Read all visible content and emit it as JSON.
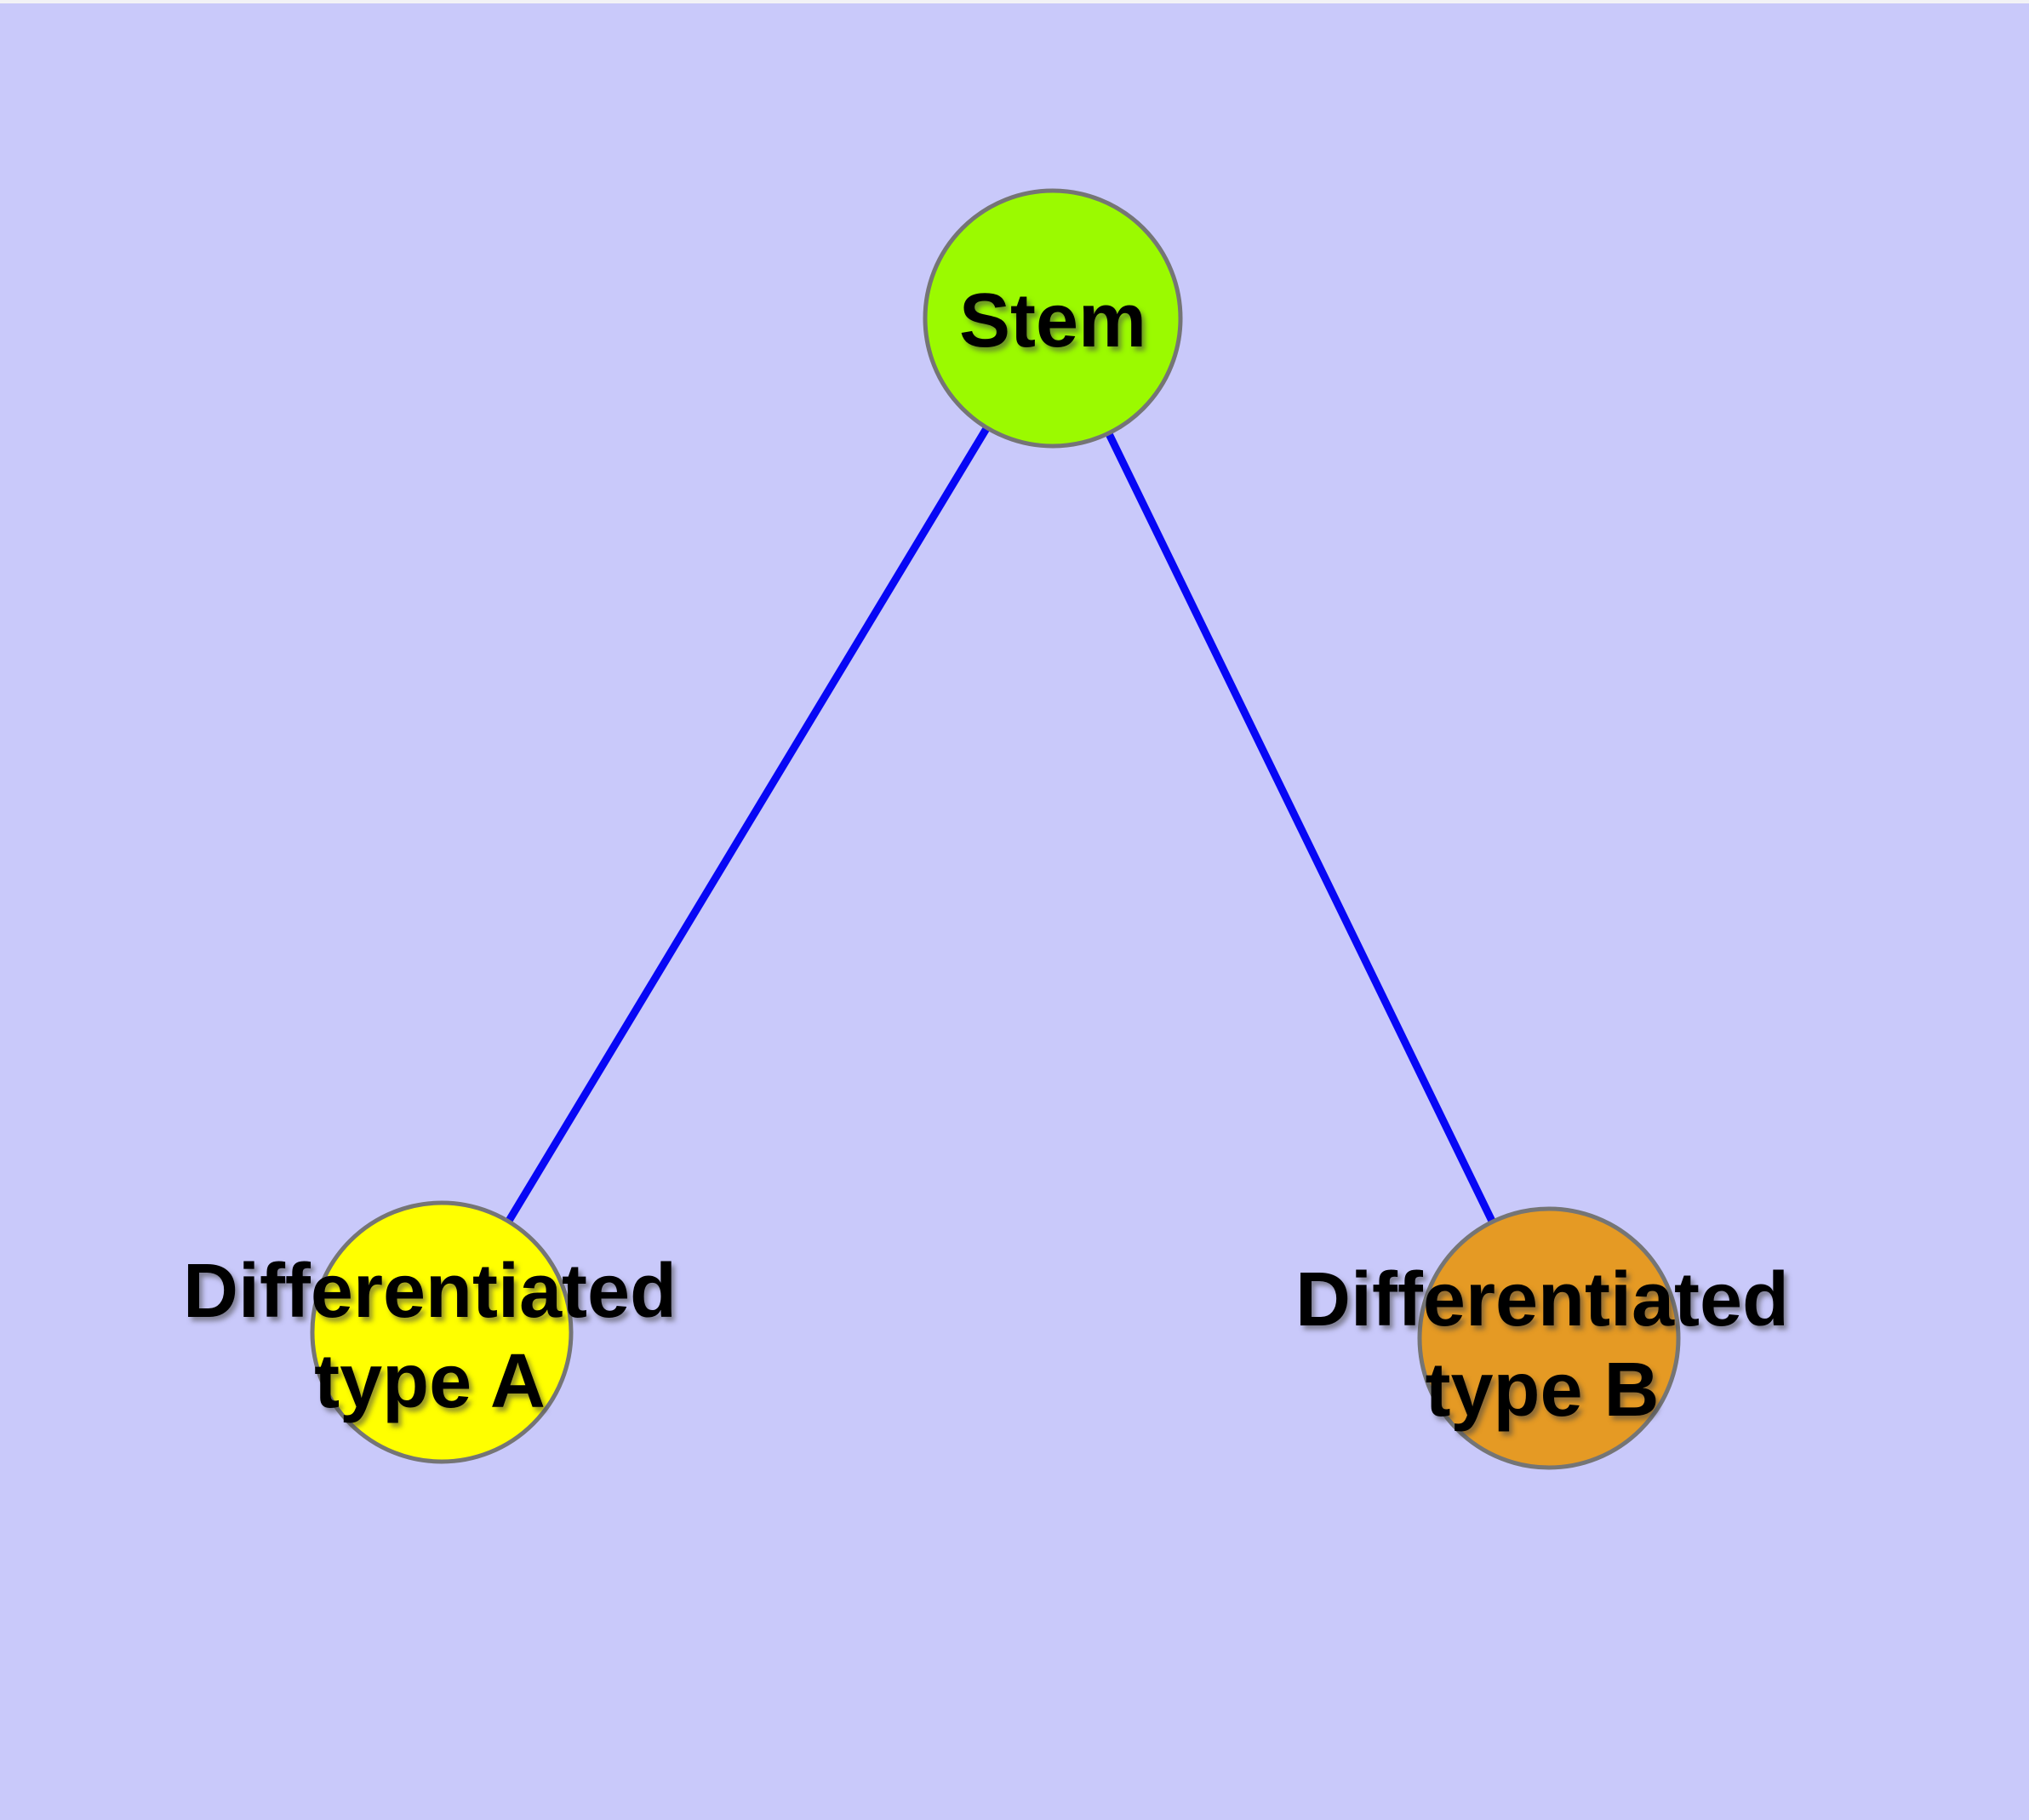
{
  "diagram": {
    "background_color": "#C9C9FA",
    "top_strip_color": "#F2F2F6",
    "edge_color": "#0707F5",
    "node_border_color": "#757575",
    "label_color": "#000000",
    "nodes": [
      {
        "id": "stem",
        "label": "Stem",
        "lines": [
          "Stem"
        ],
        "fill": "#9BFA00"
      },
      {
        "id": "differentiated-type-a",
        "label": "Differentiated type A",
        "lines": [
          "Differentiated",
          "type A"
        ],
        "fill": "#FFFF00"
      },
      {
        "id": "differentiated-type-b",
        "label": "Differentiated type B",
        "lines": [
          "Differentiated",
          "type B"
        ],
        "fill": "#E59A24"
      }
    ],
    "edges": [
      {
        "from": "stem",
        "to": "differentiated-type-a"
      },
      {
        "from": "stem",
        "to": "differentiated-type-b"
      }
    ]
  }
}
